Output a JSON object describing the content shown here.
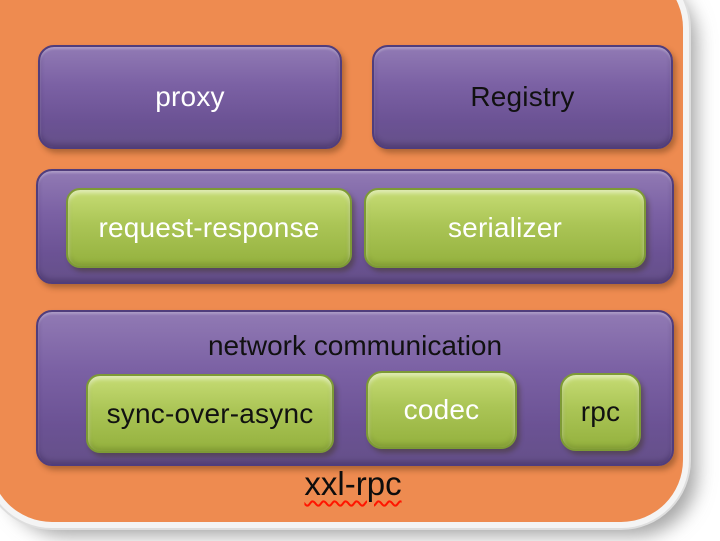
{
  "palette": {
    "page_background": "#ffffff",
    "board_orange": "#ee8b50",
    "module_purple": "#6f5598",
    "component_green": "#a3bf4a",
    "squiggle_red": "#ff1500",
    "white_label": "#ffffff",
    "black_label": "#111111"
  },
  "diagram": {
    "top_row": {
      "proxy": "proxy",
      "registry": "Registry"
    },
    "middle_layer": {
      "request_response": "request-response",
      "serializer": "serializer"
    },
    "network_layer": {
      "title": "network communication",
      "sync_over_async": "sync-over-async",
      "codec": "codec",
      "rpc": "rpc"
    },
    "caption": "xxl-rpc"
  }
}
